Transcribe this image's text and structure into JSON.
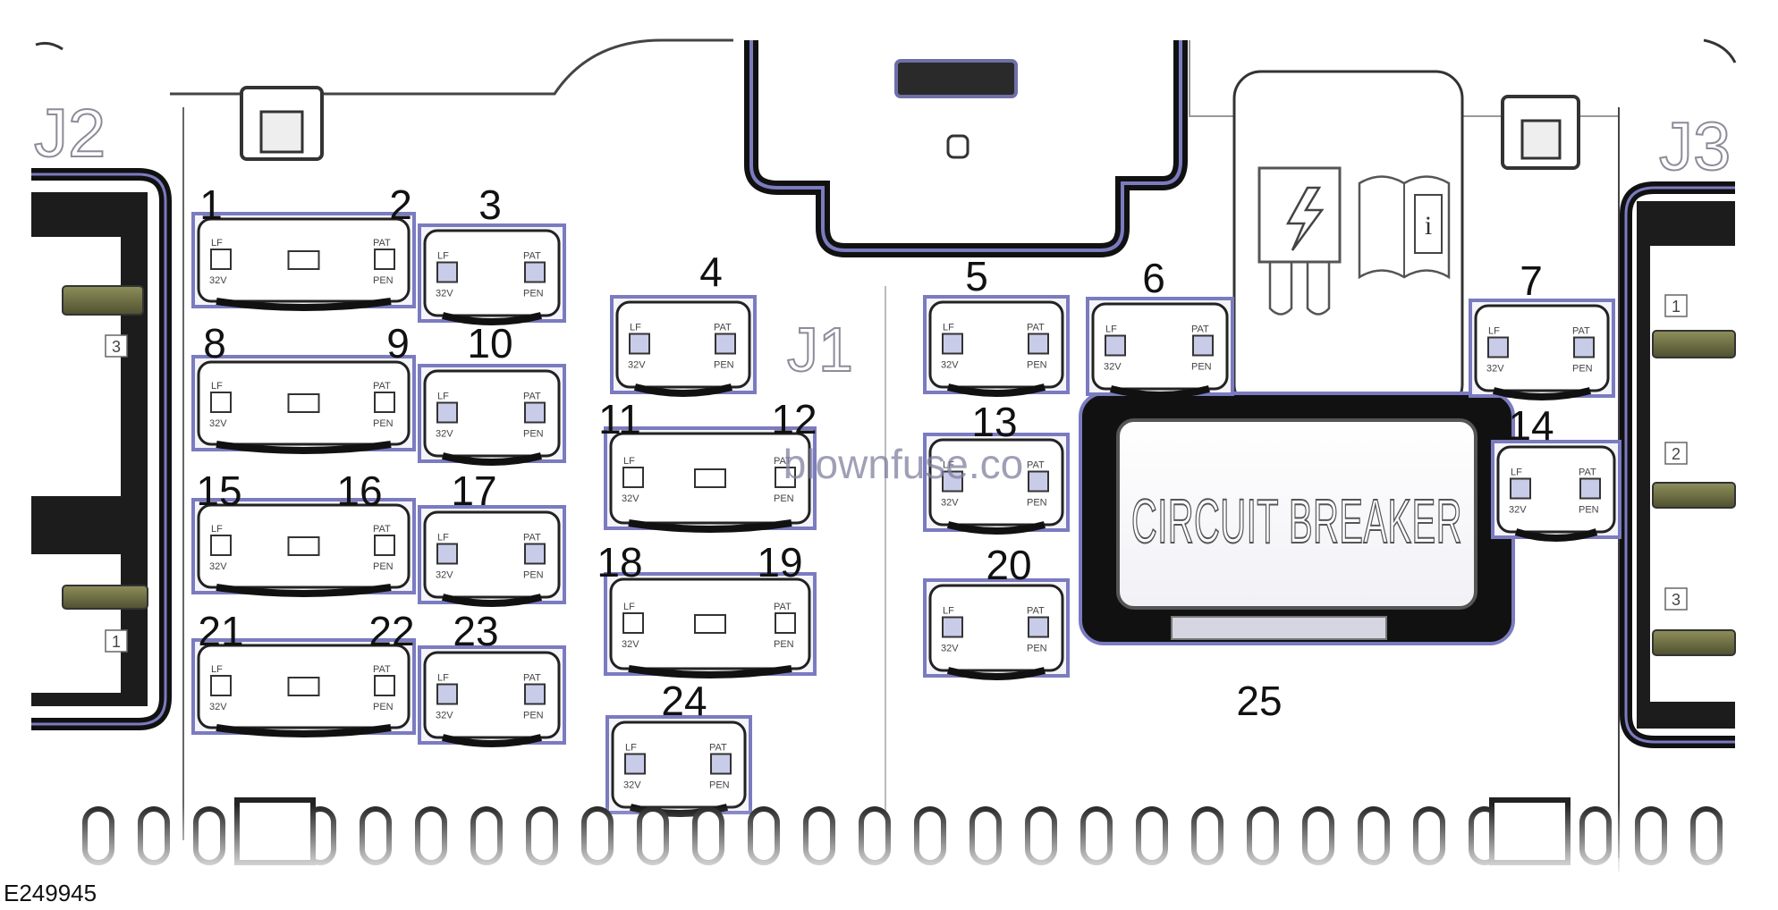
{
  "figure_code": "E249945",
  "watermark": "blownfuse.co",
  "connectors": {
    "j1": "J1",
    "j2": "J2",
    "j3": "J3"
  },
  "circuit_breaker": {
    "label": "CIRCUIT BREAKER",
    "number": "25"
  },
  "fuse_marks": {
    "lf": "LF",
    "voltage": "32V",
    "pat": "PAT",
    "pen": "PEN"
  },
  "connector_pins": {
    "j2": [
      "3",
      "1"
    ],
    "j3": [
      "1",
      "2",
      "3"
    ]
  },
  "fuse_numbers": [
    "1",
    "2",
    "3",
    "4",
    "5",
    "6",
    "7",
    "8",
    "9",
    "10",
    "11",
    "12",
    "13",
    "14",
    "15",
    "16",
    "17",
    "18",
    "19",
    "20",
    "21",
    "22",
    "23",
    "24"
  ]
}
